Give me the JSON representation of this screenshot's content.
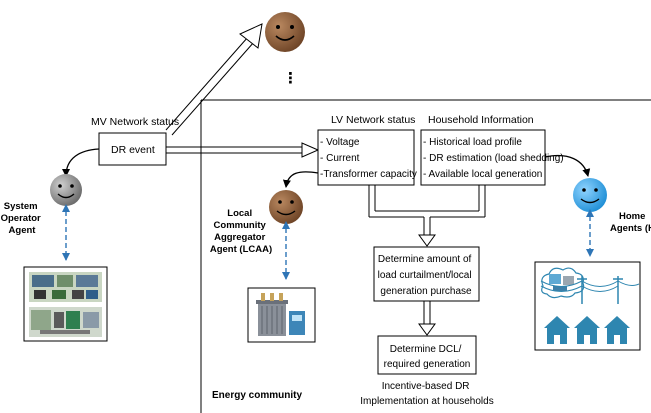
{
  "mv_status_label": "MV Network status",
  "dr_event_label": "DR event",
  "ellipsis": "⋮",
  "lv_status_label": "LV Network status",
  "household_info_label": "Household Information",
  "lv_items": [
    "- Voltage",
    "- Current",
    "-Transformer capacity"
  ],
  "household_items": [
    "- Historical load profile",
    "- DR estimation (load shedding)",
    "- Available local generation"
  ],
  "determine_curtailment": [
    "Determine amount of",
    "load curtailment/local",
    "generation purchase"
  ],
  "determine_dcl": [
    "Determine DCL/",
    "required generation"
  ],
  "incentive_text": [
    "Incentive-based DR",
    "Implementation at households"
  ],
  "system_operator_label": [
    "System",
    "Operator",
    "Agent"
  ],
  "lcaa_label": [
    "Local",
    "Community",
    "Aggregator",
    "Agent (LCAA)"
  ],
  "home_agents_label": [
    "Home",
    "Agents (HAs"
  ],
  "energy_community_label": "Energy community",
  "colors": {
    "operator_face": "#8c8c8c",
    "aggregator_face": "#8a5a3a",
    "home_face": "#3ea6e6",
    "top_face": "#8a5a3a",
    "dashed_link": "#2e75b6",
    "house": "#2e86b0"
  },
  "icons": [
    "smiley-face-icon",
    "control-room-icon",
    "transformer-icon",
    "cloud-meter-icon",
    "houses-icon",
    "power-line-icon"
  ]
}
